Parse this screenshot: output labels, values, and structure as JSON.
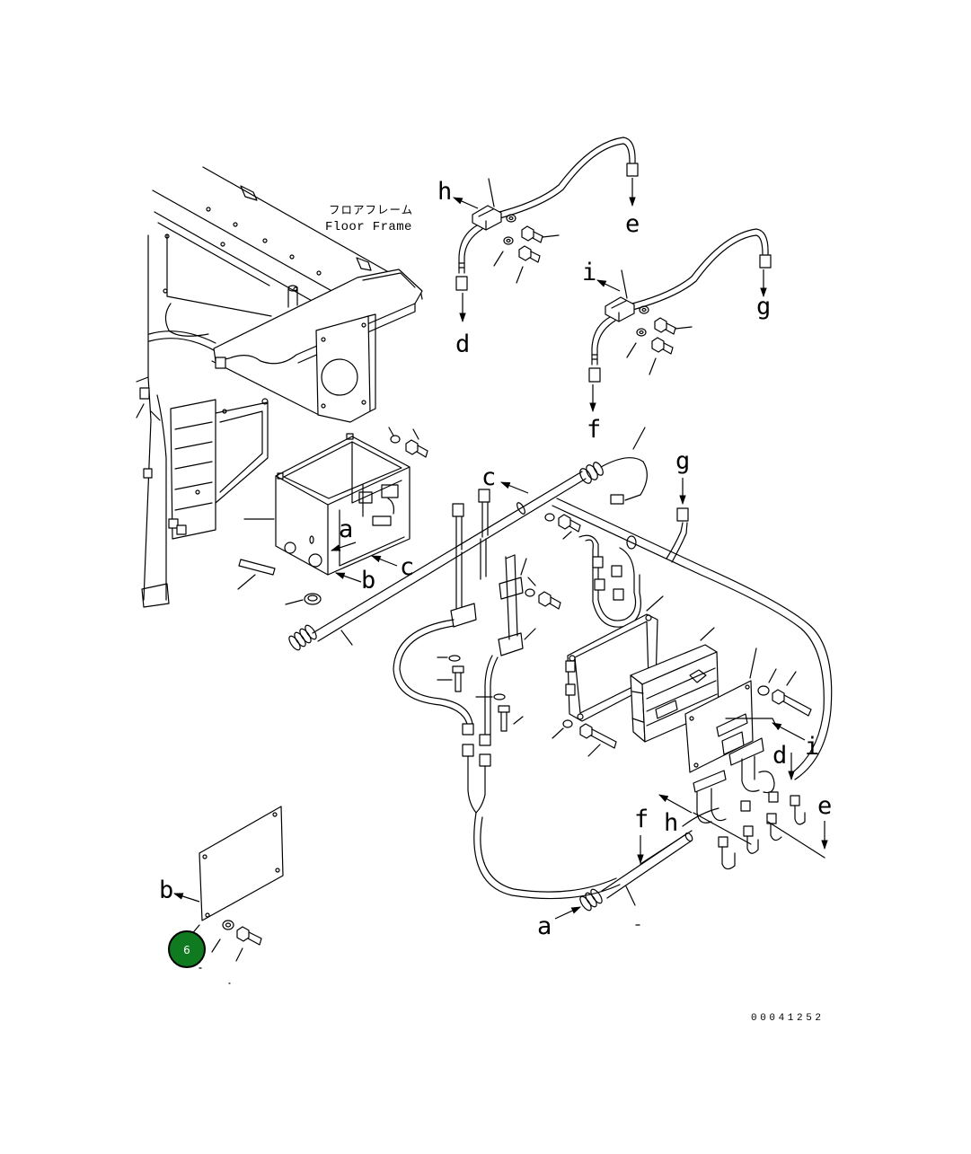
{
  "diagram": {
    "floor_frame_label_jp": "フロアフレーム",
    "floor_frame_label_en": "Floor Frame",
    "callouts": {
      "top_h": "h",
      "top_e": "e",
      "top_d": "d",
      "top_i": "i",
      "top_g": "g",
      "top_f": "f",
      "box_c_top": "c",
      "box_a": "a",
      "box_b": "b",
      "box_c": "c",
      "mid_g": "g",
      "right_i": "i",
      "right_d": "d",
      "right_h": "h",
      "right_e": "e",
      "right_f": "f",
      "bottom_a": "a",
      "bottom_b": "b"
    },
    "item_badge": {
      "number": "6",
      "color": "#0f7a1f"
    },
    "drawing_number": "00041252",
    "line_color": "#000000",
    "background": "#ffffff"
  }
}
